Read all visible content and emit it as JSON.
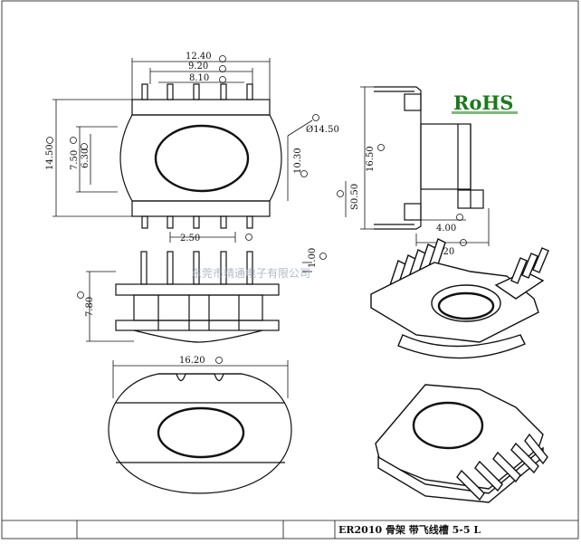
{
  "drawing": {
    "dimensions": {
      "overall_width": "12.40",
      "mid_width": "9.20",
      "inner_width": "8.10",
      "pin_pitch": "2.50",
      "overall_height": "14.50",
      "height_7_50": "7.50",
      "height_6_30": "6.30",
      "diameter": "Ø14.50",
      "width_10_30": "10.30",
      "side_height": "16.50",
      "side_s": "S0.50",
      "side_depth": "4.00",
      "side_base": "5.20",
      "front_height": "7.80",
      "slot": "1.00",
      "bottom_width": "16.20"
    },
    "watermark": "东莞市精通电子有限公司",
    "rohs_label": "RoHS",
    "title_block": {
      "part_title": "ER2010 骨架  带飞线槽  5-5 L"
    }
  },
  "colors": {
    "line": "#111111",
    "rohs_text": "#1a7a1a",
    "watermark": "#9aa4b8"
  }
}
